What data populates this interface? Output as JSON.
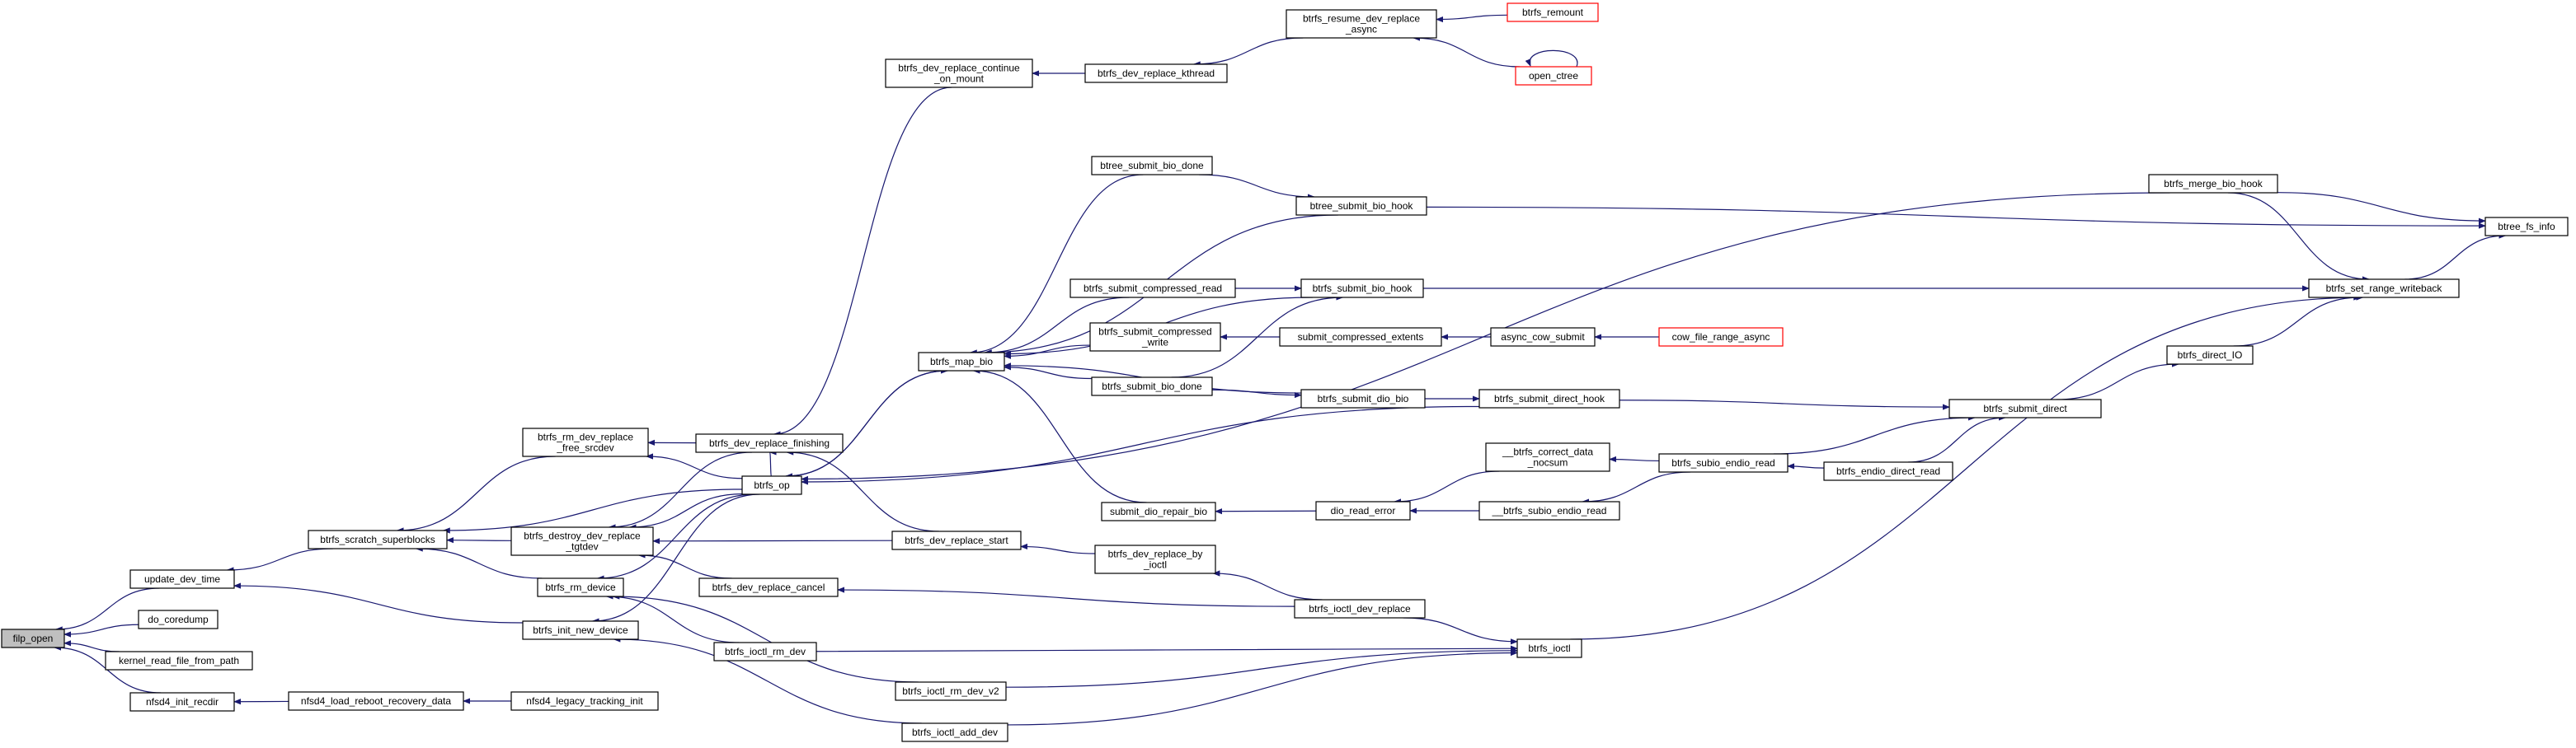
{
  "colors": {
    "edge": "#191970",
    "node_border": "#000000",
    "truncated_node_border": "#ff0000",
    "root_fill": "#bfbfbf"
  },
  "nodes": {
    "filp_open": {
      "lines": [
        "filp_open"
      ],
      "style": "highlight"
    },
    "update_dev_time": {
      "lines": [
        "update_dev_time"
      ]
    },
    "do_coredump": {
      "lines": [
        "do_coredump"
      ]
    },
    "kernel_read_file_from_path": {
      "lines": [
        "kernel_read_file_from_path"
      ]
    },
    "nfsd4_init_recdir": {
      "lines": [
        "nfsd4_init_recdir"
      ]
    },
    "btrfs_scratch_superblocks": {
      "lines": [
        "btrfs_scratch_superblocks"
      ]
    },
    "btrfs_init_new_device": {
      "lines": [
        "btrfs_init_new_device"
      ]
    },
    "nfsd4_load_reboot_recovery_data": {
      "lines": [
        "nfsd4_load_reboot_recovery_data"
      ]
    },
    "nfsd4_legacy_tracking_init": {
      "lines": [
        "nfsd4_legacy_tracking_init"
      ]
    },
    "btrfs_rm_dev_replace_free_srcdev": {
      "lines": [
        "btrfs_rm_dev_replace",
        "_free_srcdev"
      ]
    },
    "btrfs_destroy_dev_replace_tgtdev": {
      "lines": [
        "btrfs_destroy_dev_replace",
        "_tgtdev"
      ]
    },
    "btrfs_rm_device": {
      "lines": [
        "btrfs_rm_device"
      ]
    },
    "btrfs_dev_replace_finishing": {
      "lines": [
        "btrfs_dev_replace_finishing"
      ]
    },
    "btrfs_op": {
      "lines": [
        "btrfs_op"
      ]
    },
    "btrfs_dev_replace_cancel": {
      "lines": [
        "btrfs_dev_replace_cancel"
      ]
    },
    "btrfs_ioctl_rm_dev": {
      "lines": [
        "btrfs_ioctl_rm_dev"
      ]
    },
    "btrfs_ioctl_rm_dev_v2": {
      "lines": [
        "btrfs_ioctl_rm_dev_v2"
      ]
    },
    "btrfs_ioctl_add_dev": {
      "lines": [
        "btrfs_ioctl_add_dev"
      ]
    },
    "btrfs_dev_replace_continue_on_mount": {
      "lines": [
        "btrfs_dev_replace_continue",
        "_on_mount"
      ]
    },
    "btrfs_map_bio": {
      "lines": [
        "btrfs_map_bio"
      ]
    },
    "btrfs_dev_replace_start": {
      "lines": [
        "btrfs_dev_replace_start"
      ]
    },
    "btree_submit_bio_done": {
      "lines": [
        "btree_submit_bio_done"
      ]
    },
    "btrfs_submit_compressed_read": {
      "lines": [
        "btrfs_submit_compressed_read"
      ]
    },
    "btrfs_submit_compressed_write": {
      "lines": [
        "btrfs_submit_compressed",
        "_write"
      ]
    },
    "btrfs_submit_bio_done": {
      "lines": [
        "btrfs_submit_bio_done"
      ]
    },
    "submit_dio_repair_bio": {
      "lines": [
        "submit_dio_repair_bio"
      ]
    },
    "btrfs_dev_replace_by_ioctl": {
      "lines": [
        "btrfs_dev_replace_by",
        "_ioctl"
      ]
    },
    "btrfs_dev_replace_kthread": {
      "lines": [
        "btrfs_dev_replace_kthread"
      ]
    },
    "btree_submit_bio_hook": {
      "lines": [
        "btree_submit_bio_hook"
      ]
    },
    "btrfs_submit_bio_hook": {
      "lines": [
        "btrfs_submit_bio_hook"
      ]
    },
    "submit_compressed_extents": {
      "lines": [
        "submit_compressed_extents"
      ]
    },
    "btrfs_submit_dio_bio": {
      "lines": [
        "btrfs_submit_dio_bio"
      ]
    },
    "dio_read_error": {
      "lines": [
        "dio_read_error"
      ]
    },
    "btrfs_ioctl_dev_replace": {
      "lines": [
        "btrfs_ioctl_dev_replace"
      ]
    },
    "btrfs_resume_dev_replace_async": {
      "lines": [
        "btrfs_resume_dev_replace",
        "_async"
      ]
    },
    "async_cow_submit": {
      "lines": [
        "async_cow_submit"
      ]
    },
    "btrfs_submit_direct_hook": {
      "lines": [
        "btrfs_submit_direct_hook"
      ]
    },
    "__btrfs_correct_data_nocsum": {
      "lines": [
        "__btrfs_correct_data",
        "_nocsum"
      ]
    },
    "__btrfs_subio_endio_read": {
      "lines": [
        "__btrfs_subio_endio_read"
      ]
    },
    "btrfs_remount": {
      "lines": [
        "btrfs_remount"
      ],
      "style": "truncated"
    },
    "open_ctree": {
      "lines": [
        "open_ctree"
      ],
      "style": "truncated"
    },
    "cow_file_range_async": {
      "lines": [
        "cow_file_range_async"
      ],
      "style": "truncated"
    },
    "btrfs_subio_endio_read": {
      "lines": [
        "btrfs_subio_endio_read"
      ]
    },
    "btrfs_endio_direct_read": {
      "lines": [
        "btrfs_endio_direct_read"
      ]
    },
    "btrfs_ioctl": {
      "lines": [
        "btrfs_ioctl"
      ]
    },
    "btrfs_submit_direct": {
      "lines": [
        "btrfs_submit_direct"
      ]
    },
    "btrfs_direct_IO": {
      "lines": [
        "btrfs_direct_IO"
      ]
    },
    "btrfs_merge_bio_hook": {
      "lines": [
        "btrfs_merge_bio_hook"
      ]
    },
    "btrfs_set_range_writeback": {
      "lines": [
        "btrfs_set_range_writeback"
      ]
    },
    "btree_fs_info": {
      "lines": [
        "btree_fs_info"
      ]
    }
  },
  "edges": [
    [
      "update_dev_time",
      "filp_open"
    ],
    [
      "do_coredump",
      "filp_open"
    ],
    [
      "kernel_read_file_from_path",
      "filp_open"
    ],
    [
      "nfsd4_init_recdir",
      "filp_open"
    ],
    [
      "btrfs_scratch_superblocks",
      "update_dev_time"
    ],
    [
      "btrfs_init_new_device",
      "update_dev_time"
    ],
    [
      "nfsd4_load_reboot_recovery_data",
      "nfsd4_init_recdir"
    ],
    [
      "nfsd4_legacy_tracking_init",
      "nfsd4_load_reboot_recovery_data"
    ],
    [
      "btrfs_rm_dev_replace_free_srcdev",
      "btrfs_scratch_superblocks"
    ],
    [
      "btrfs_destroy_dev_replace_tgtdev",
      "btrfs_scratch_superblocks"
    ],
    [
      "btrfs_rm_device",
      "btrfs_scratch_superblocks"
    ],
    [
      "btrfs_op",
      "btrfs_scratch_superblocks"
    ],
    [
      "btrfs_dev_replace_finishing",
      "btrfs_rm_dev_replace_free_srcdev"
    ],
    [
      "btrfs_op",
      "btrfs_rm_dev_replace_free_srcdev"
    ],
    [
      "btrfs_dev_replace_finishing",
      "btrfs_destroy_dev_replace_tgtdev"
    ],
    [
      "btrfs_op",
      "btrfs_destroy_dev_replace_tgtdev"
    ],
    [
      "btrfs_dev_replace_cancel",
      "btrfs_destroy_dev_replace_tgtdev"
    ],
    [
      "btrfs_dev_replace_start",
      "btrfs_destroy_dev_replace_tgtdev"
    ],
    [
      "btrfs_op",
      "btrfs_rm_device"
    ],
    [
      "btrfs_ioctl_rm_dev",
      "btrfs_rm_device"
    ],
    [
      "btrfs_ioctl_rm_dev_v2",
      "btrfs_rm_device"
    ],
    [
      "btrfs_op",
      "btrfs_init_new_device"
    ],
    [
      "btrfs_ioctl_add_dev",
      "btrfs_init_new_device"
    ],
    [
      "btrfs_dev_replace_continue_on_mount",
      "btrfs_dev_replace_finishing"
    ],
    [
      "btrfs_op",
      "btrfs_dev_replace_finishing"
    ],
    [
      "btrfs_dev_replace_start",
      "btrfs_dev_replace_finishing"
    ],
    [
      "btrfs_map_bio",
      "btrfs_op"
    ],
    [
      "btrfs_submit_direct_hook",
      "btrfs_op"
    ],
    [
      "btrfs_merge_bio_hook",
      "btrfs_op"
    ],
    [
      "btrfs_op",
      "btrfs_map_bio"
    ],
    [
      "btree_submit_bio_done",
      "btrfs_map_bio"
    ],
    [
      "btrfs_submit_compressed_read",
      "btrfs_map_bio"
    ],
    [
      "btrfs_submit_compressed_write",
      "btrfs_map_bio"
    ],
    [
      "btrfs_submit_bio_done",
      "btrfs_map_bio"
    ],
    [
      "submit_dio_repair_bio",
      "btrfs_map_bio"
    ],
    [
      "btree_submit_bio_hook",
      "btrfs_map_bio"
    ],
    [
      "btrfs_submit_bio_hook",
      "btrfs_map_bio"
    ],
    [
      "btrfs_submit_dio_bio",
      "btrfs_map_bio"
    ],
    [
      "btrfs_dev_replace_by_ioctl",
      "btrfs_dev_replace_start"
    ],
    [
      "btrfs_ioctl_dev_replace",
      "btrfs_dev_replace_cancel"
    ],
    [
      "btrfs_ioctl_dev_replace",
      "btrfs_dev_replace_by_ioctl"
    ],
    [
      "btrfs_dev_replace_kthread",
      "btrfs_dev_replace_continue_on_mount"
    ],
    [
      "btrfs_resume_dev_replace_async",
      "btrfs_dev_replace_kthread"
    ],
    [
      "btrfs_remount",
      "btrfs_resume_dev_replace_async"
    ],
    [
      "open_ctree",
      "btrfs_resume_dev_replace_async"
    ],
    [
      "open_ctree",
      "open_ctree"
    ],
    [
      "btree_submit_bio_done",
      "btree_submit_bio_hook"
    ],
    [
      "btrfs_submit_compressed_read",
      "btrfs_submit_bio_hook"
    ],
    [
      "submit_compressed_extents",
      "btrfs_submit_compressed_write"
    ],
    [
      "async_cow_submit",
      "submit_compressed_extents"
    ],
    [
      "cow_file_range_async",
      "async_cow_submit"
    ],
    [
      "btrfs_submit_bio_done",
      "btrfs_submit_bio_hook"
    ],
    [
      "btrfs_submit_bio_done",
      "btrfs_submit_dio_bio"
    ],
    [
      "btrfs_submit_dio_bio",
      "btrfs_submit_direct_hook"
    ],
    [
      "btrfs_submit_direct_hook",
      "btrfs_submit_direct"
    ],
    [
      "dio_read_error",
      "submit_dio_repair_bio"
    ],
    [
      "__btrfs_correct_data_nocsum",
      "dio_read_error"
    ],
    [
      "__btrfs_subio_endio_read",
      "dio_read_error"
    ],
    [
      "btrfs_subio_endio_read",
      "__btrfs_correct_data_nocsum"
    ],
    [
      "btrfs_subio_endio_read",
      "__btrfs_subio_endio_read"
    ],
    [
      "btrfs_endio_direct_read",
      "btrfs_subio_endio_read"
    ],
    [
      "btrfs_subio_endio_read",
      "btrfs_submit_direct"
    ],
    [
      "btrfs_endio_direct_read",
      "btrfs_submit_direct"
    ],
    [
      "btrfs_submit_direct",
      "btrfs_direct_IO"
    ],
    [
      "btrfs_direct_IO",
      "btrfs_set_range_writeback"
    ],
    [
      "btrfs_ioctl_rm_dev",
      "btrfs_ioctl"
    ],
    [
      "btrfs_ioctl_rm_dev_v2",
      "btrfs_ioctl"
    ],
    [
      "btrfs_ioctl_add_dev",
      "btrfs_ioctl"
    ],
    [
      "btrfs_ioctl_dev_replace",
      "btrfs_ioctl"
    ],
    [
      "btrfs_ioctl",
      "btrfs_set_range_writeback"
    ],
    [
      "btree_submit_bio_hook",
      "btree_fs_info"
    ],
    [
      "btrfs_submit_bio_hook",
      "btrfs_set_range_writeback"
    ],
    [
      "btrfs_merge_bio_hook",
      "btrfs_set_range_writeback"
    ],
    [
      "btrfs_merge_bio_hook",
      "btree_fs_info"
    ],
    [
      "btrfs_set_range_writeback",
      "btree_fs_info"
    ]
  ]
}
